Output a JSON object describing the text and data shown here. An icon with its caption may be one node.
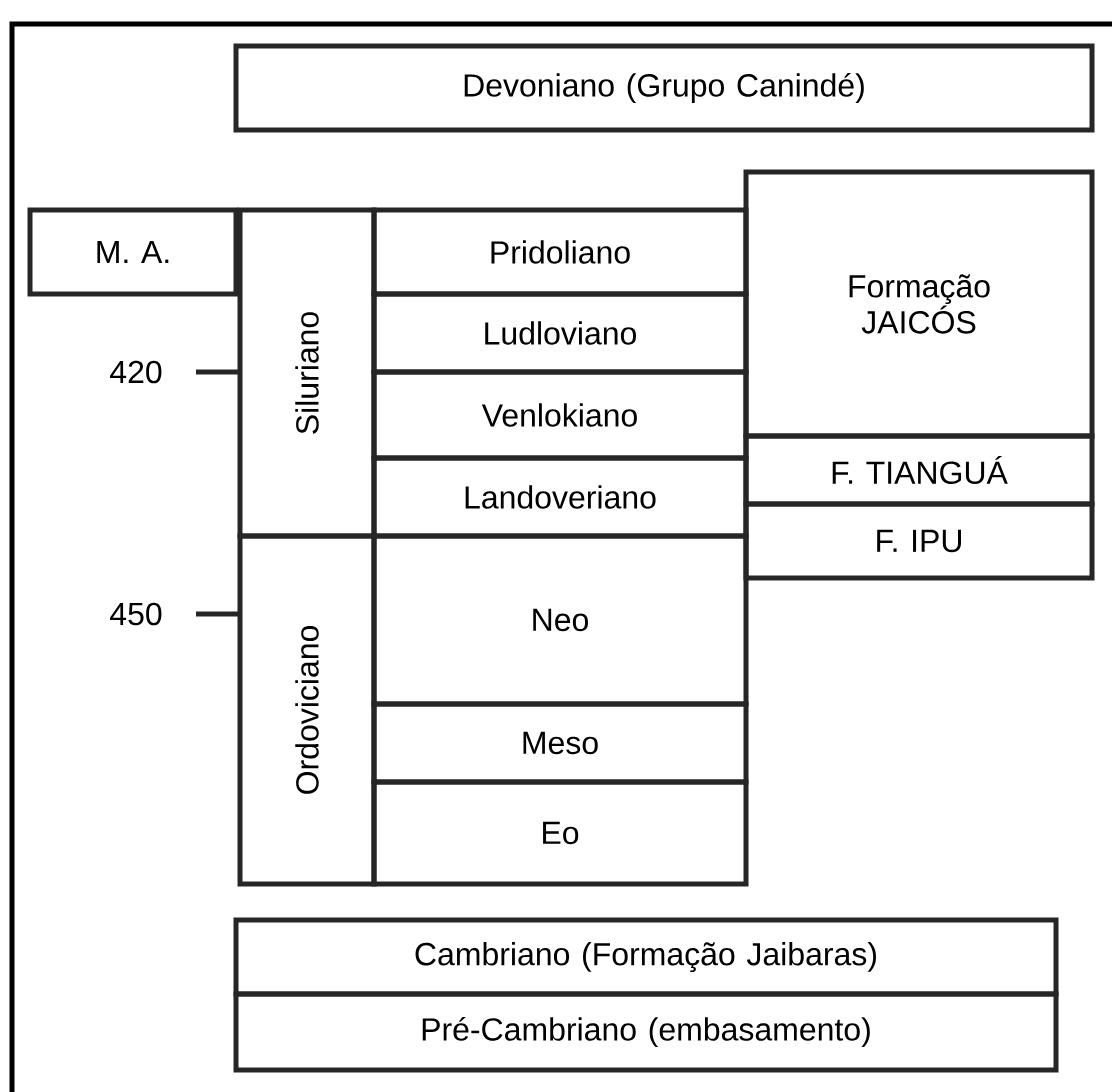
{
  "diagram": {
    "nodes": [
      {
        "text": [
          "Devoniano (Grupo Canindé)"
        ]
      },
      {
        "text": [
          "M. A."
        ]
      },
      {
        "text": [
          "Siluriano"
        ]
      },
      {
        "text": [
          "Pridoliano"
        ]
      },
      {
        "text": [
          "Ludloviano"
        ]
      },
      {
        "text": [
          "Venlokiano"
        ]
      },
      {
        "text": [
          "Landoveriano"
        ]
      },
      {
        "text": [
          "Formação JAICÓS"
        ]
      },
      {
        "text": [
          "F. TIANGUÁ"
        ]
      },
      {
        "text": [
          "F. IPU"
        ]
      },
      {
        "text": [
          "Ordoviciano"
        ]
      },
      {
        "text": [
          "Neo"
        ]
      },
      {
        "text": [
          "Meso"
        ]
      },
      {
        "text": [
          "Eo"
        ]
      },
      {
        "text": [
          "Cambriano (Formação Jaibaras)"
        ]
      },
      {
        "text": [
          "Pré-Cambriano (embasamento)"
        ]
      }
    ],
    "labels": [
      "420",
      "450"
    ]
  }
}
